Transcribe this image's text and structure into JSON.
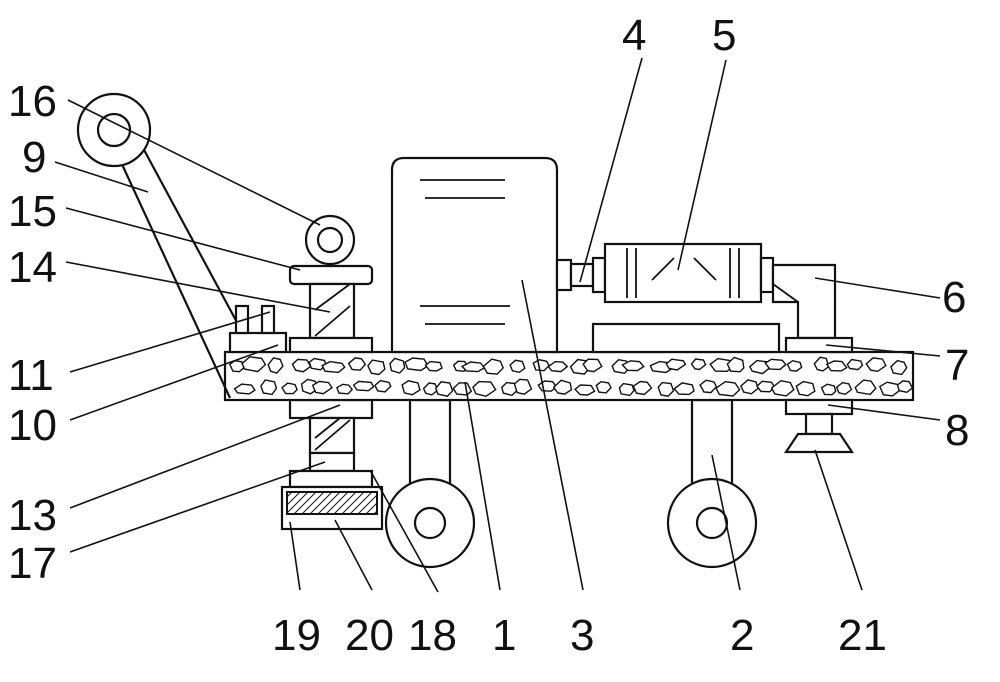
{
  "diagram": {
    "labels": [
      "1",
      "2",
      "3",
      "4",
      "5",
      "6",
      "7",
      "8",
      "9",
      "10",
      "11",
      "13",
      "14",
      "15",
      "16",
      "17",
      "18",
      "19",
      "20",
      "21"
    ]
  },
  "colors": {
    "line": "#111111",
    "background": "#ffffff"
  }
}
